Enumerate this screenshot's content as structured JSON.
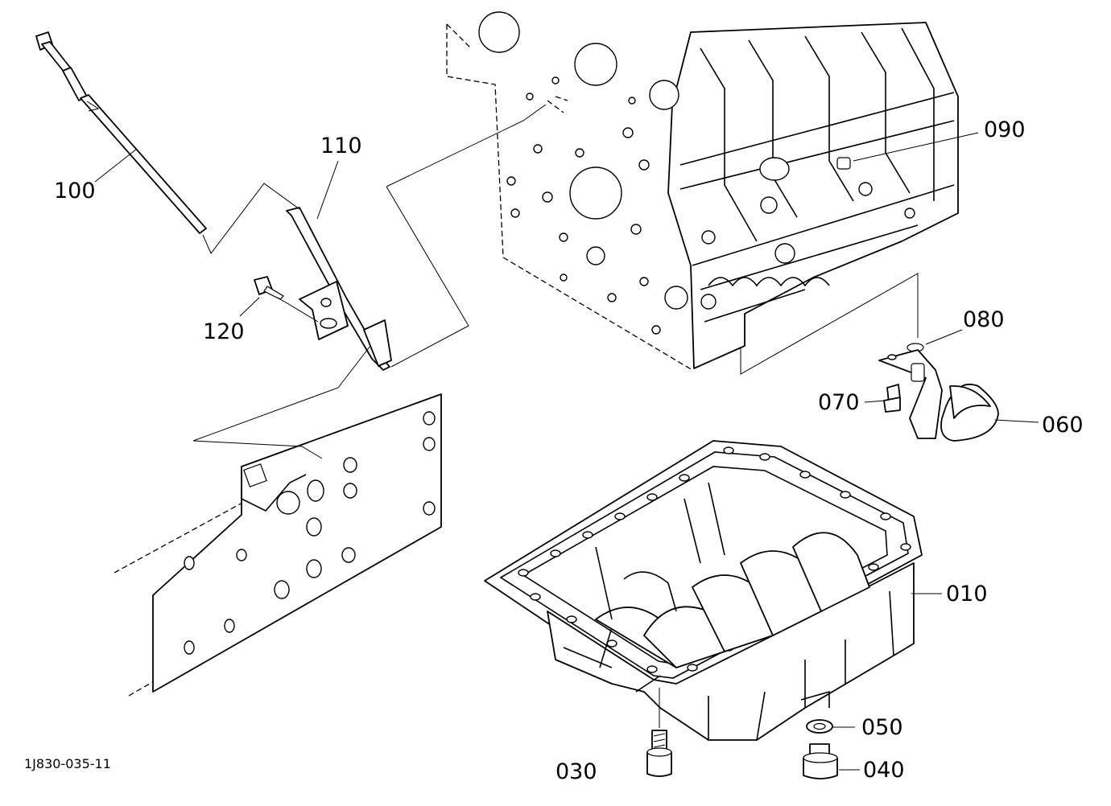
{
  "diagram": {
    "drawing_code": "1J830-035-11",
    "callouts": [
      {
        "id": "p100",
        "label": "100"
      },
      {
        "id": "p110",
        "label": "110"
      },
      {
        "id": "p120",
        "label": "120"
      },
      {
        "id": "p090",
        "label": "090"
      },
      {
        "id": "p080",
        "label": "080"
      },
      {
        "id": "p070",
        "label": "070"
      },
      {
        "id": "p060",
        "label": "060"
      },
      {
        "id": "p010",
        "label": "010"
      },
      {
        "id": "p050",
        "label": "050"
      },
      {
        "id": "p040",
        "label": "040"
      },
      {
        "id": "p030",
        "label": "030"
      }
    ]
  }
}
